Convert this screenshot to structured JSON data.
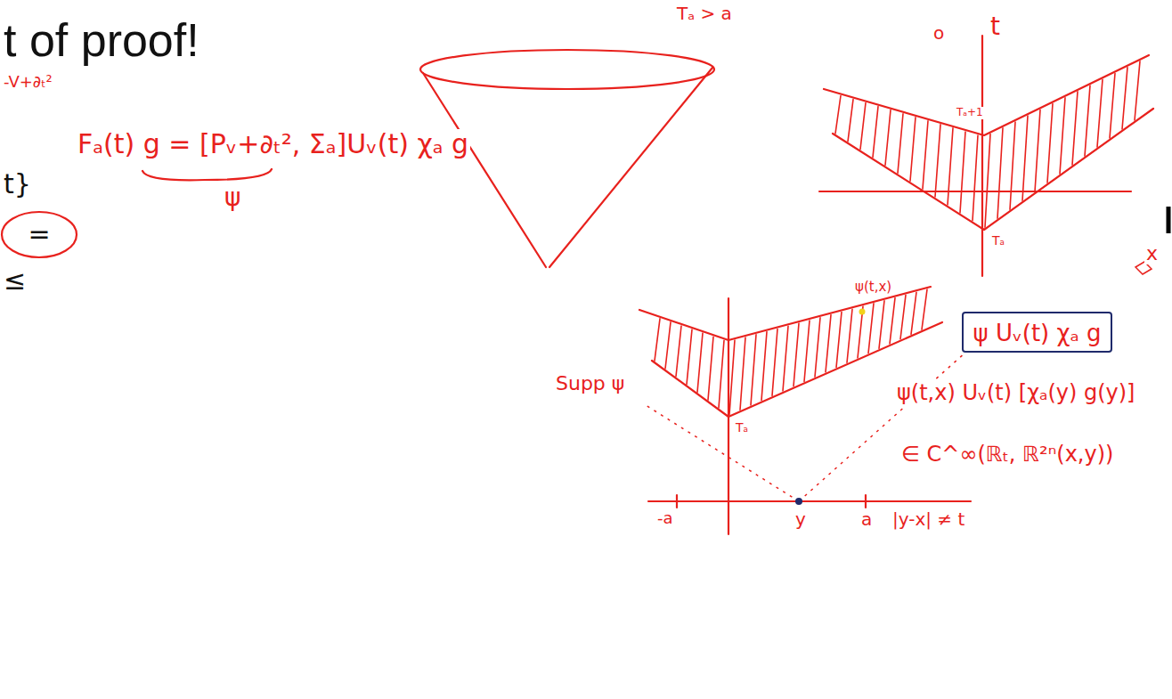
{
  "diagram": {
    "title": "t of proof!",
    "nodes": [
      {
        "text": [
          "ψ Uᵥ(t) χₐ g"
        ]
      },
      {
        "text": [
          "="
        ]
      }
    ],
    "labels": [
      "-V+∂ₜ²",
      "Fₐ(t) g = [Pᵥ+∂ₜ², Σₐ]Uᵥ(t) χₐ g",
      "ψ",
      "t}",
      "≤",
      "Tₐ > a",
      "t",
      "o",
      "Tₐ+1",
      "Tₐ",
      "x",
      "Supp ψ",
      "ψ(t,x)",
      "Tₐ",
      "-a",
      "y",
      "a",
      "|y-x| ≠ t",
      "ψ(t,x) Uᵥ(t) [χₐ(y) g(y)]",
      "∈ C^∞(ℝₜ, ℝ²ⁿ(x,y))"
    ]
  }
}
